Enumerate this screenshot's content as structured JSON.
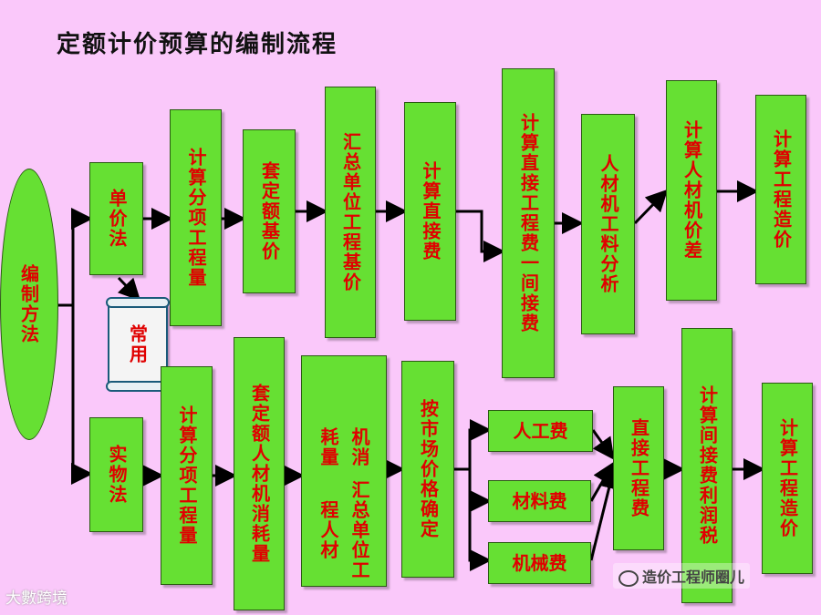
{
  "title": "定额计价预算的编制流程",
  "method": "编制方法",
  "common_tag": "常用",
  "top_row": {
    "unit_price": "单价法",
    "calc_items": "计算分项工程量",
    "apply_base": "套定额基价",
    "sum_base": "汇总单位工程基价",
    "calc_direct": "计算直接费",
    "calc_direct_indirect": "计算直接工程费一间接费",
    "analysis": "人材机工料分析",
    "price_diff": "计算人材机价差",
    "total_cost": "计算工程造价"
  },
  "bottom_row": {
    "physical": "实物法",
    "calc_items": "计算分项工程量",
    "apply_quota": "套定额人材机消耗量",
    "sum_consumption_a": "汇总单位工程人材",
    "sum_consumption_b": "机消耗量",
    "market_price": "按市场价格确定",
    "labor": "人工费",
    "material": "材料费",
    "machine": "机械费",
    "direct_eng": "直接工程费",
    "indirect_profit_tax": "计算间接费利润税",
    "total_cost": "计算工程造价"
  },
  "watermark_left": "大數跨境",
  "watermark_right": "造价工程师圈儿"
}
